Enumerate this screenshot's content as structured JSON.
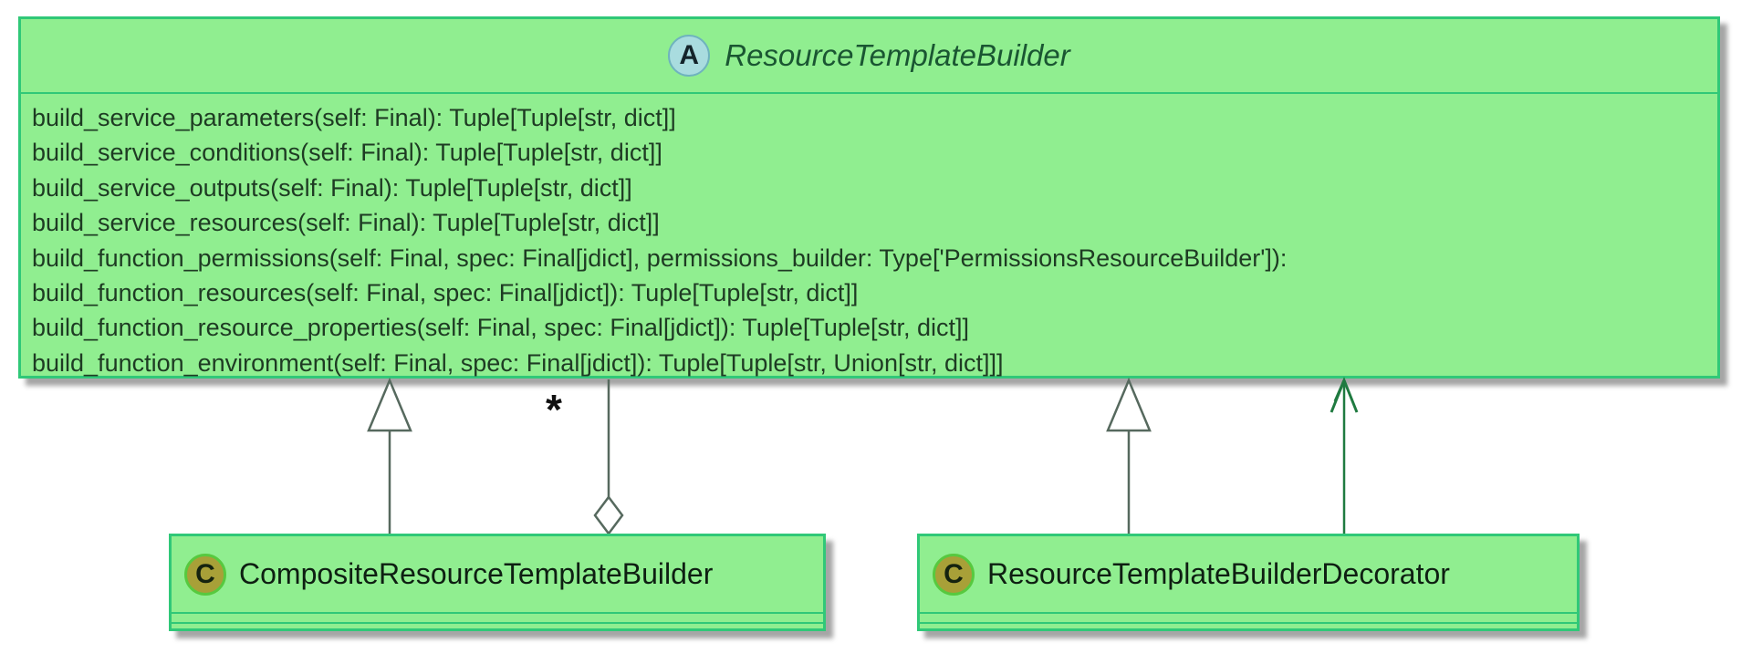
{
  "diagram": {
    "abstract_class": {
      "stereotype_letter": "A",
      "name": "ResourceTemplateBuilder",
      "methods": [
        "build_service_parameters(self: Final): Tuple[Tuple[str, dict]]",
        "build_service_conditions(self: Final): Tuple[Tuple[str, dict]]",
        "build_service_outputs(self: Final): Tuple[Tuple[str, dict]]",
        "build_service_resources(self: Final): Tuple[Tuple[str, dict]]",
        "build_function_permissions(self: Final, spec: Final[jdict], permissions_builder: Type['PermissionsResourceBuilder']):",
        "build_function_resources(self: Final, spec: Final[jdict]): Tuple[Tuple[str, dict]]",
        "build_function_resource_properties(self: Final, spec: Final[jdict]): Tuple[Tuple[str, dict]]",
        "build_function_environment(self: Final, spec: Final[jdict]): Tuple[Tuple[str, Union[str, dict]]]"
      ]
    },
    "classes": [
      {
        "stereotype_letter": "C",
        "name": "CompositeResourceTemplateBuilder"
      },
      {
        "stereotype_letter": "C",
        "name": "ResourceTemplateBuilderDecorator"
      }
    ],
    "relations": {
      "aggregation_multiplicity": "*"
    },
    "colors": {
      "box_fill": "#90EE90",
      "box_border": "#30C878",
      "abstract_icon_fill": "#A9DCDF",
      "abstract_icon_ring": "#6FB3BE",
      "class_icon_fill": "#A8A038",
      "class_icon_ring": "#57C93F",
      "title_text": "#1A5632",
      "class_title_text": "#0E1F12",
      "method_text": "#1E3B23",
      "line_color": "#56695E",
      "arrow_color": "#1F7A40",
      "shadow": "#A6A6A6"
    }
  }
}
